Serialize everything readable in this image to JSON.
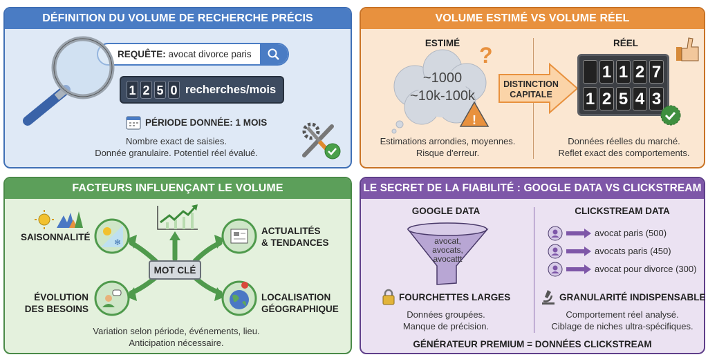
{
  "panel1": {
    "title": "DÉFINITION DU VOLUME DE RECHERCHE PRÉCIS",
    "query_label": "REQUÊTE:",
    "query_value": "avocat divorce paris",
    "counter_digits": [
      "1",
      "2",
      "5",
      "0"
    ],
    "counter_unit": "recherches/mois",
    "period": "PÉRIODE DONNÉE: 1 MOIS",
    "desc1": "Nombre exact de saisies.",
    "desc2": "Donnée granulaire. Potentiel réel évalué.",
    "color": "#4a7cc4"
  },
  "panel2": {
    "title": "VOLUME ESTIMÉ VS VOLUME RÉEL",
    "left_label": "ESTIMÉ",
    "estimate1": "~1000",
    "estimate2": "~10k-100k",
    "arrow_line1": "DISTINCTION",
    "arrow_line2": "CAPITALE",
    "right_label": "RÉEL",
    "board_row1": [
      "",
      "1",
      "1",
      "2",
      "7"
    ],
    "board_row2": [
      "1",
      "2",
      "5",
      "4",
      "3"
    ],
    "left_desc1": "Estimations arrondies, moyennes.",
    "left_desc2": "Risque d'erreur.",
    "right_desc1": "Données réelles du marché.",
    "right_desc2": "Reflet exact des comportements.",
    "color": "#e8913e"
  },
  "panel3": {
    "title": "FACTEURS INFLUENÇANT LE VOLUME",
    "center": "MOT CLÉ",
    "seasonality": "SAISONNALITÉ",
    "news1": "ACTUALITÉS",
    "news2": "& TENDANCES",
    "needs1": "ÉVOLUTION",
    "needs2": "DES BESOINS",
    "geo1": "LOCALISATION",
    "geo2": "GÉOGRAPHIQUE",
    "desc1": "Variation selon période, événements, lieu.",
    "desc2": "Anticipation nécessaire.",
    "color": "#5c9f5a"
  },
  "panel4": {
    "title": "LE SECRET DE LA FIABILITÉ : GOOGLE DATA VS CLICKSTREAM",
    "google_label": "GOOGLE DATA",
    "funnel_terms": [
      "avocat,",
      "avocats,",
      "avocattt"
    ],
    "google_heading": "FOURCHETTES LARGES",
    "google_desc1": "Données groupées.",
    "google_desc2": "Manque de précision.",
    "click_label": "CLICKSTREAM DATA",
    "click_rows": [
      "avocat paris (500)",
      "avocats paris (450)",
      "avocat pour divorce (300)"
    ],
    "click_heading": "GRANULARITÉ INDISPENSABLE",
    "click_desc1": "Comportement réel analysé.",
    "click_desc2": "Ciblage de niches ultra-spécifiques.",
    "footer": "GÉNÉRATEUR PREMIUM = DONNÉES CLICKSTREAM",
    "color": "#7e57a8"
  }
}
